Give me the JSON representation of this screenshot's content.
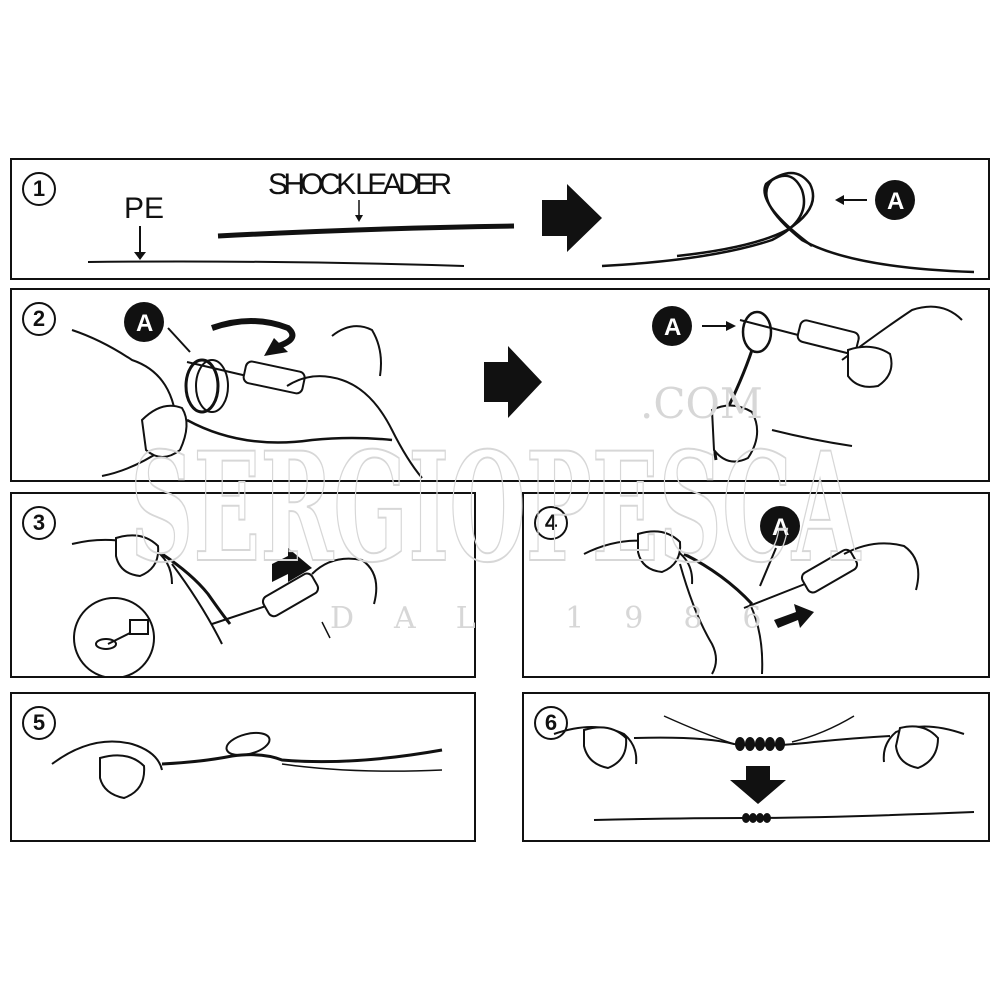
{
  "steps": [
    {
      "number": "1"
    },
    {
      "number": "2"
    },
    {
      "number": "3"
    },
    {
      "number": "4"
    },
    {
      "number": "5"
    },
    {
      "number": "6"
    }
  ],
  "labels": {
    "pe": "PE",
    "shock_leader": "SHOCK LEADER",
    "marker": "A"
  },
  "watermark": {
    "brand": "SERGIOPESCA",
    "domain": ".COM",
    "since": "DAL 1986"
  },
  "colors": {
    "line": "#111111",
    "watermark": "#d7d7d7"
  }
}
